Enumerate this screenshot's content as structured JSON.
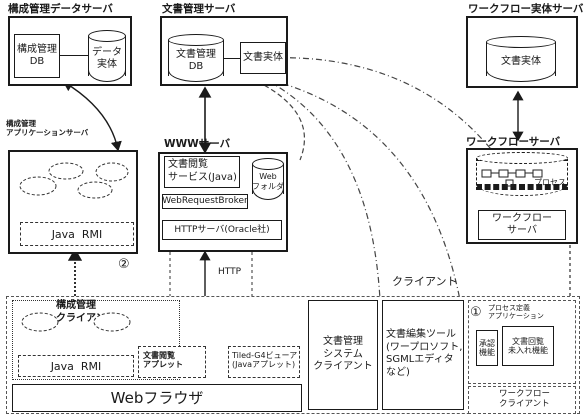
{
  "servers": {
    "config_data": {
      "title": "構成管理データサーバ",
      "db": "構成管理\nDB",
      "entity": "データ\n実体"
    },
    "doc": {
      "title": "文書管理サーバ",
      "db": "文書管理\nDB",
      "entity": "文書実体"
    },
    "workflow_entity": {
      "title": "ワークフロー実体サーバ",
      "entity": "文書実体"
    },
    "config_app": {
      "title": "構成管理\nアプリケーションサーバ",
      "rmi": "Java  RMI"
    },
    "www": {
      "title": "WWWサーバ",
      "doc_browse": "文書閲覧\nサービス(Java)",
      "web_folder": "Web\nフォルダ",
      "broker": "WebRequestBroker",
      "http": "HTTPサーバ(Oracle社)"
    },
    "workflow": {
      "title": "ワークフローサーバ",
      "process": "プロセス",
      "server": "ワークフロー\nサーバ"
    }
  },
  "labels": {
    "http": "HTTP",
    "client": "クライアント",
    "circle1": "①",
    "circle2": "②"
  },
  "client": {
    "config": {
      "title": "構成管理\nクライアント",
      "rmi": "Java  RMI",
      "applet": "文書閲覧\nアプレット"
    },
    "tiled": "Tiled-G4ビューア\n(Javaアプレット)",
    "browser": "Webフラウザ",
    "doc_mgmt": "文書管理\nシステム\nクライアント",
    "doc_edit": "文書編集ツール\n(ワープロソフト,\nSGMLエディタ\nなど)",
    "workflow": {
      "process_def": "プロセス定義\nアプリケーション",
      "approve": "承認\n機能",
      "circulate": "文書回覧\n未入れ機能",
      "client": "ワークフロー\nクライアント"
    }
  }
}
